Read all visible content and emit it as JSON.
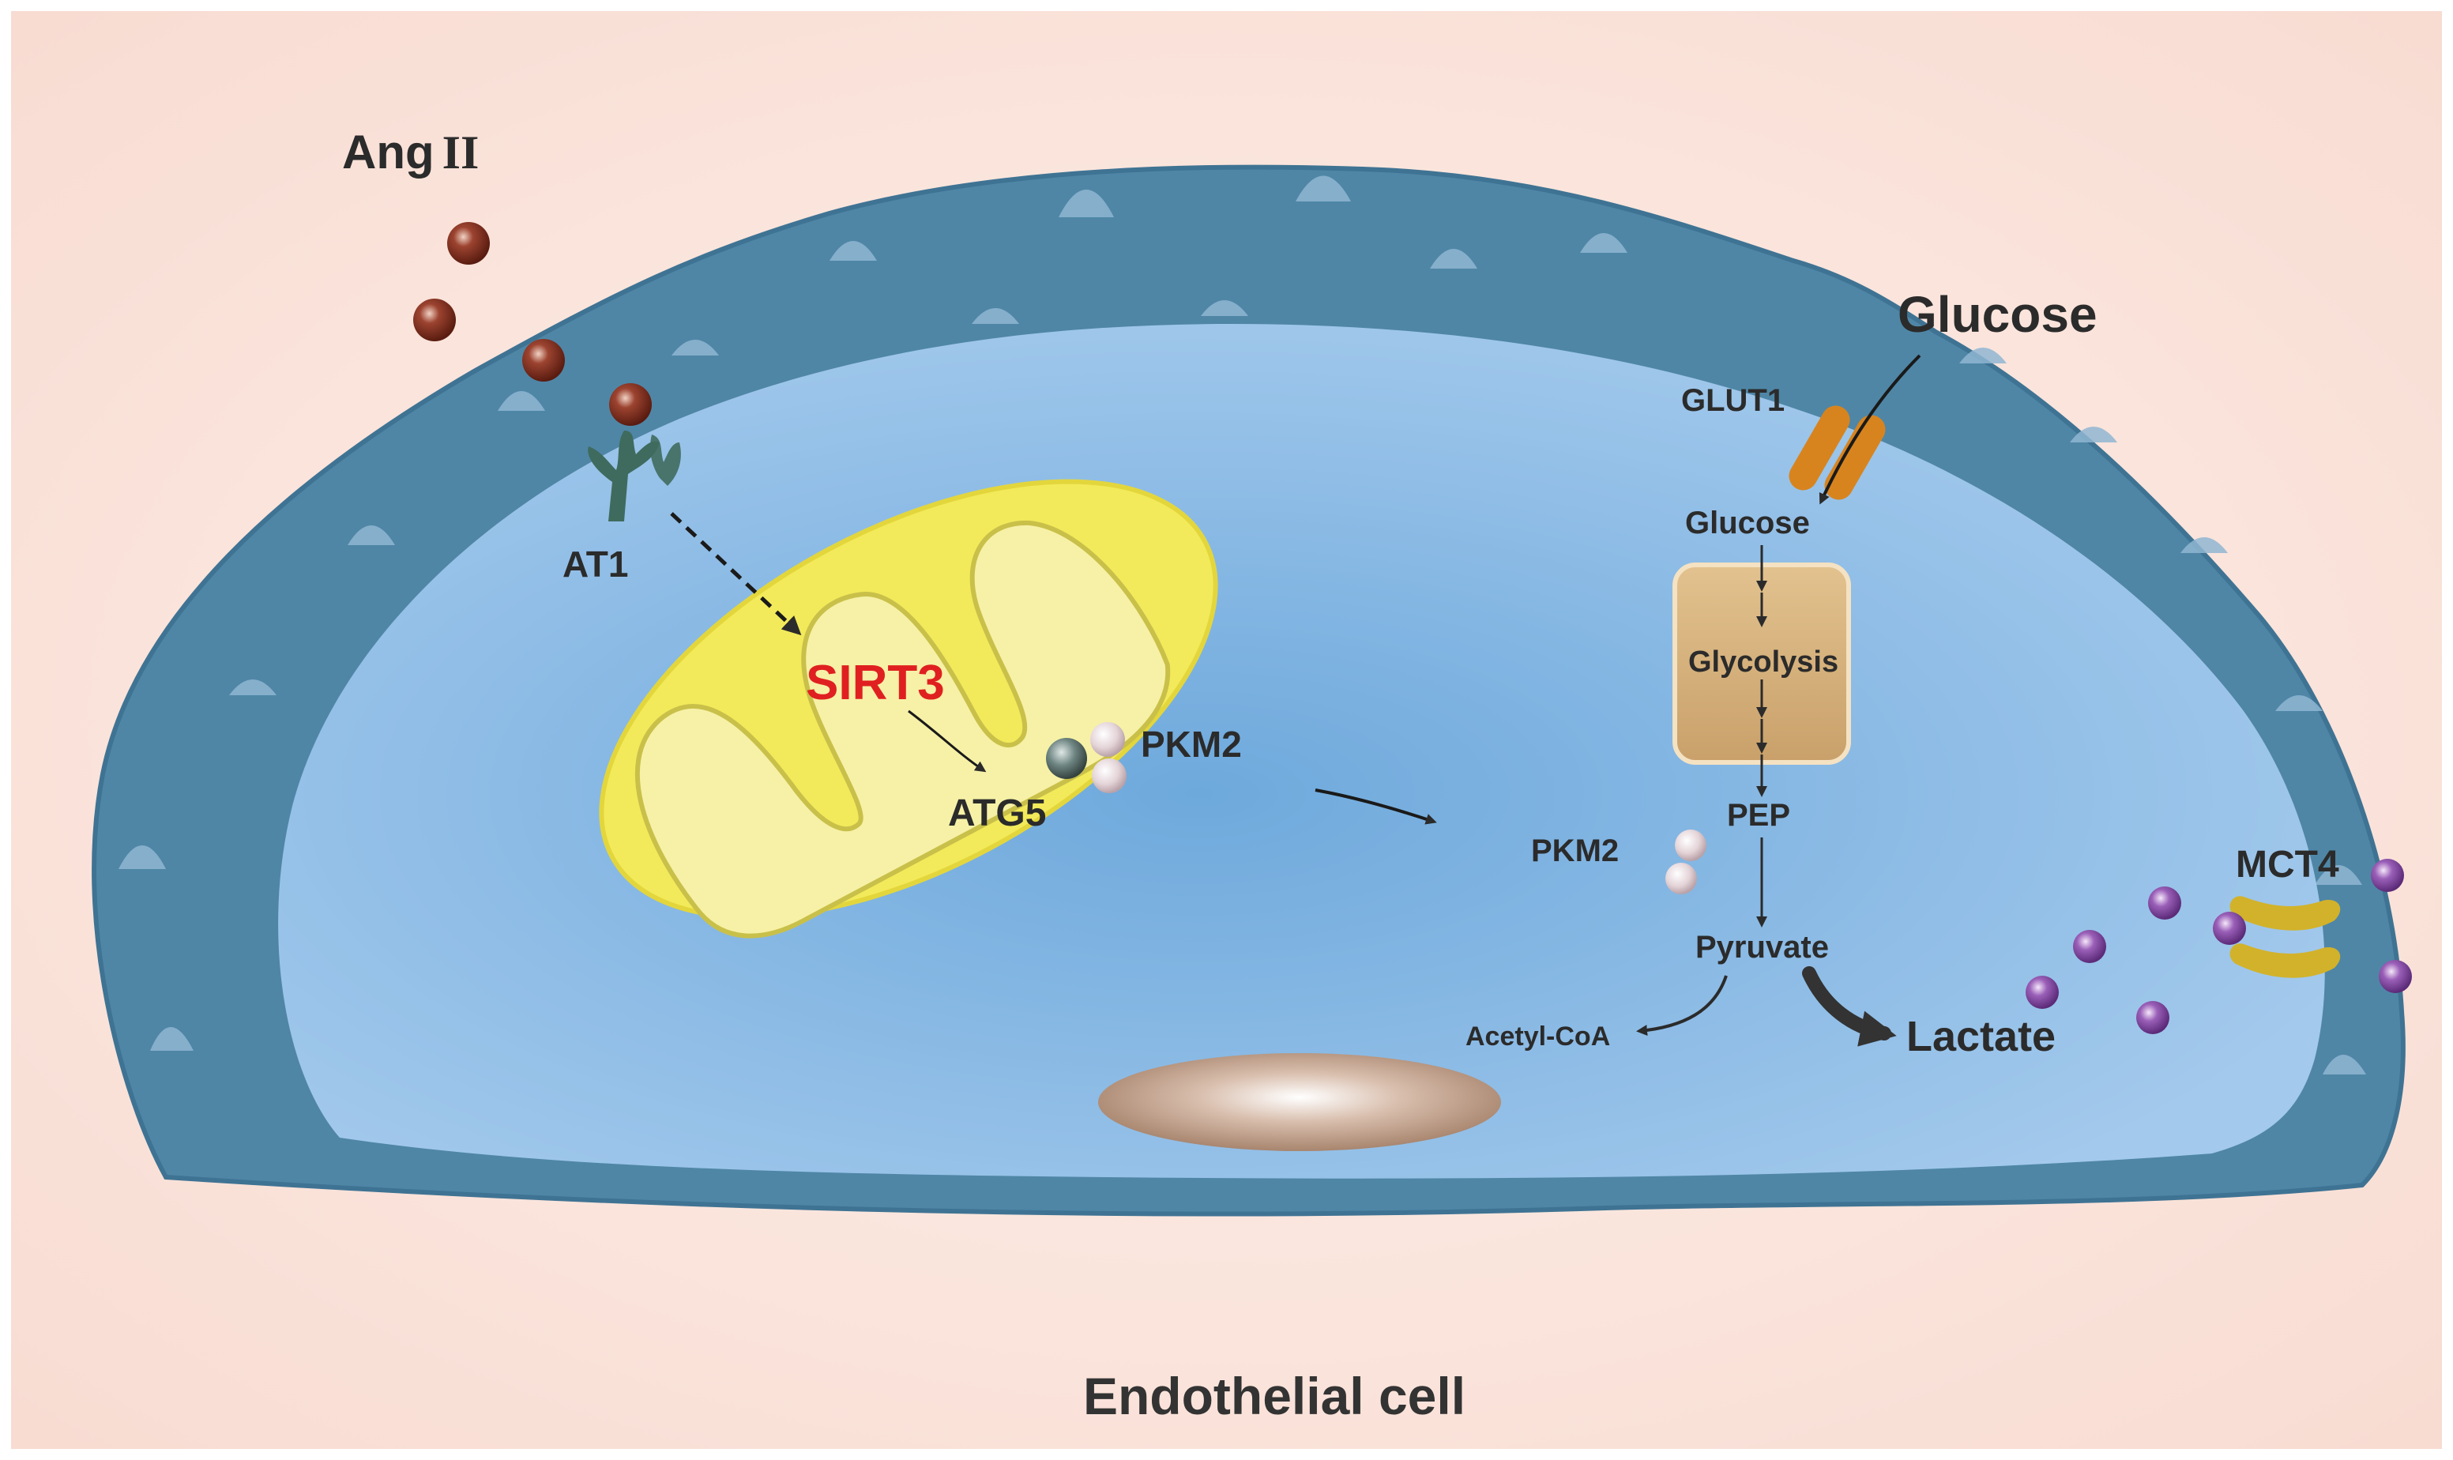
{
  "labels": {
    "ang_ii": "Ang",
    "ang_ii_numeral": "II",
    "at1": "AT1",
    "sirt3": "SIRT3",
    "atg5": "ATG5",
    "pkm2_mito": "PKM2",
    "glucose_outside": "Glucose",
    "glut1": "GLUT1",
    "glucose_inside": "Glucose",
    "glycolysis": "Glycolysis",
    "pep": "PEP",
    "pkm2_cyto": "PKM2",
    "pyruvate": "Pyruvate",
    "acetyl_coa": "Acetyl-CoA",
    "lactate": "Lactate",
    "mct4": "MCT4",
    "caption": "Endothelial cell"
  },
  "colors": {
    "background": "#fbe4dc",
    "membrane": "#4f86a6",
    "cytoplasm": "#86b9e3",
    "mitochondrion": "#f2ea5a",
    "angii_ball": "#7a2b1c",
    "glut1": "#d7841f",
    "mct4": "#d2b22a",
    "lactate_ball": "#7b3f96",
    "pkm2_ball": "#e6d8dc",
    "sirt3_text": "#e02020",
    "nucleus": "#c9a98f"
  }
}
